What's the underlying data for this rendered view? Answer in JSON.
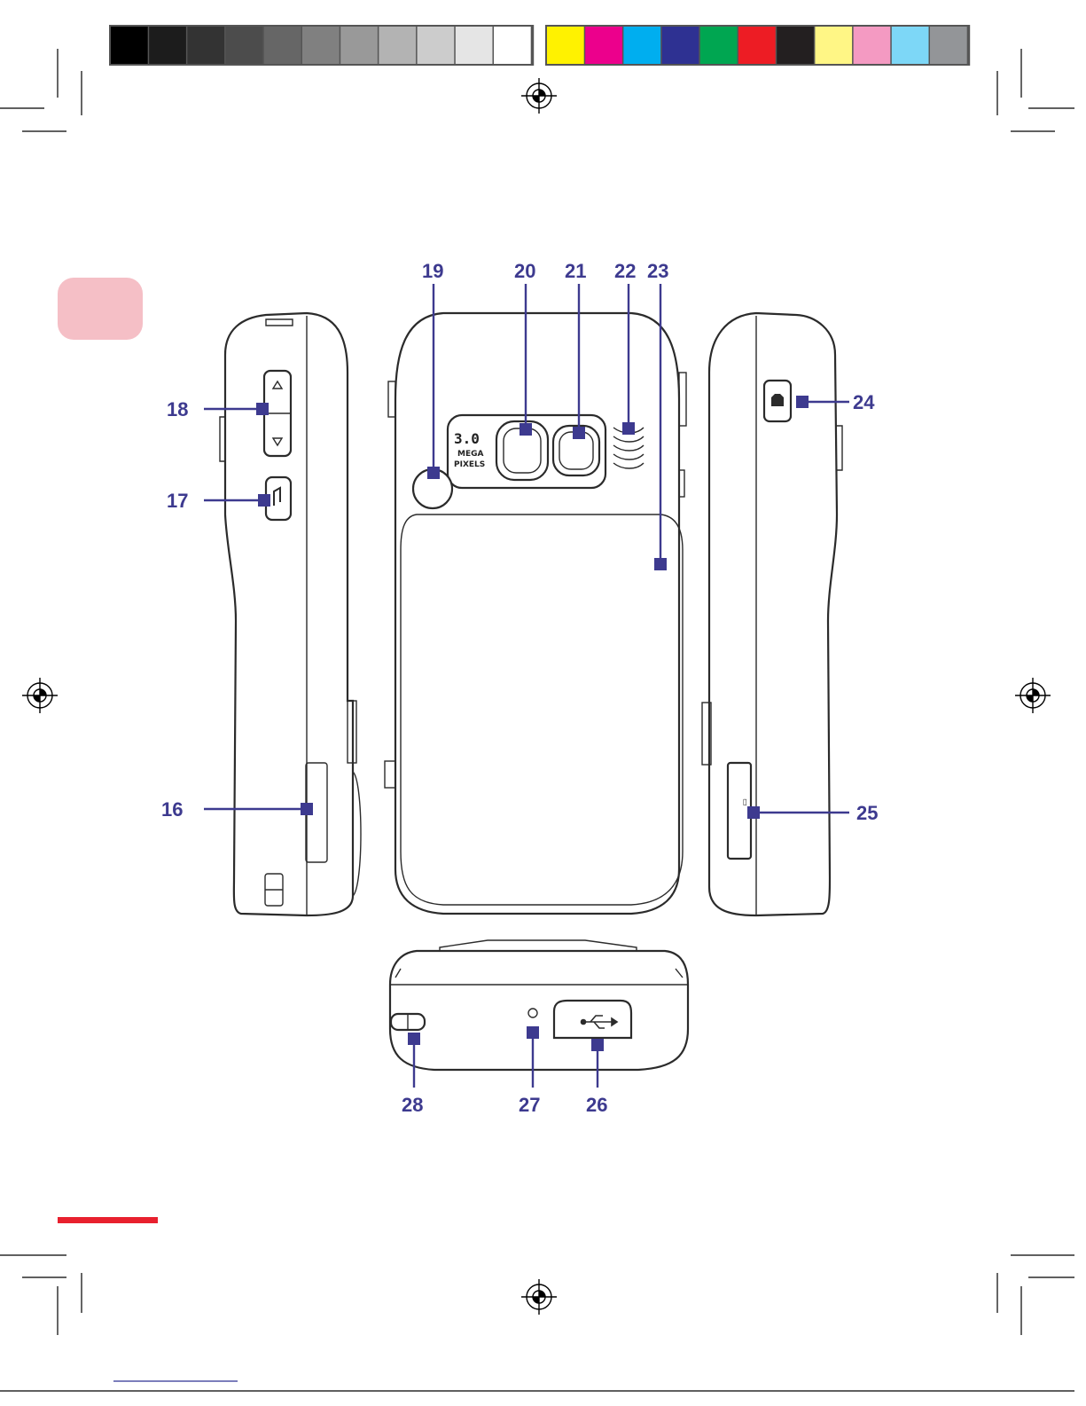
{
  "diagram": {
    "printer_marks": {
      "gray_swatches": [
        "#000000",
        "#1c1c1c",
        "#333333",
        "#4c4c4c",
        "#666666",
        "#808080",
        "#999999",
        "#b3b3b3",
        "#cccccc",
        "#e5e5e5",
        "#ffffff"
      ],
      "color_swatches": [
        "#fff200",
        "#ec008c",
        "#00aeef",
        "#2e3192",
        "#00a651",
        "#ed1c24",
        "#231f20",
        "#fff685",
        "#f49ac2",
        "#7dd7f7",
        "#939598"
      ]
    },
    "accents": {
      "tab_color": "#f5bfc6",
      "bar_color": "#e8202e",
      "callout_color": "#3d3a8f"
    },
    "callouts": {
      "c16": "16",
      "c17": "17",
      "c18": "18",
      "c19": "19",
      "c20": "20",
      "c21": "21",
      "c22": "22",
      "c23": "23",
      "c24": "24",
      "c25": "25",
      "c26": "26",
      "c27": "27",
      "c28": "28"
    },
    "camera_label": {
      "resolution": "3.0",
      "line1": "MEGA",
      "line2": "PIXELS"
    }
  }
}
